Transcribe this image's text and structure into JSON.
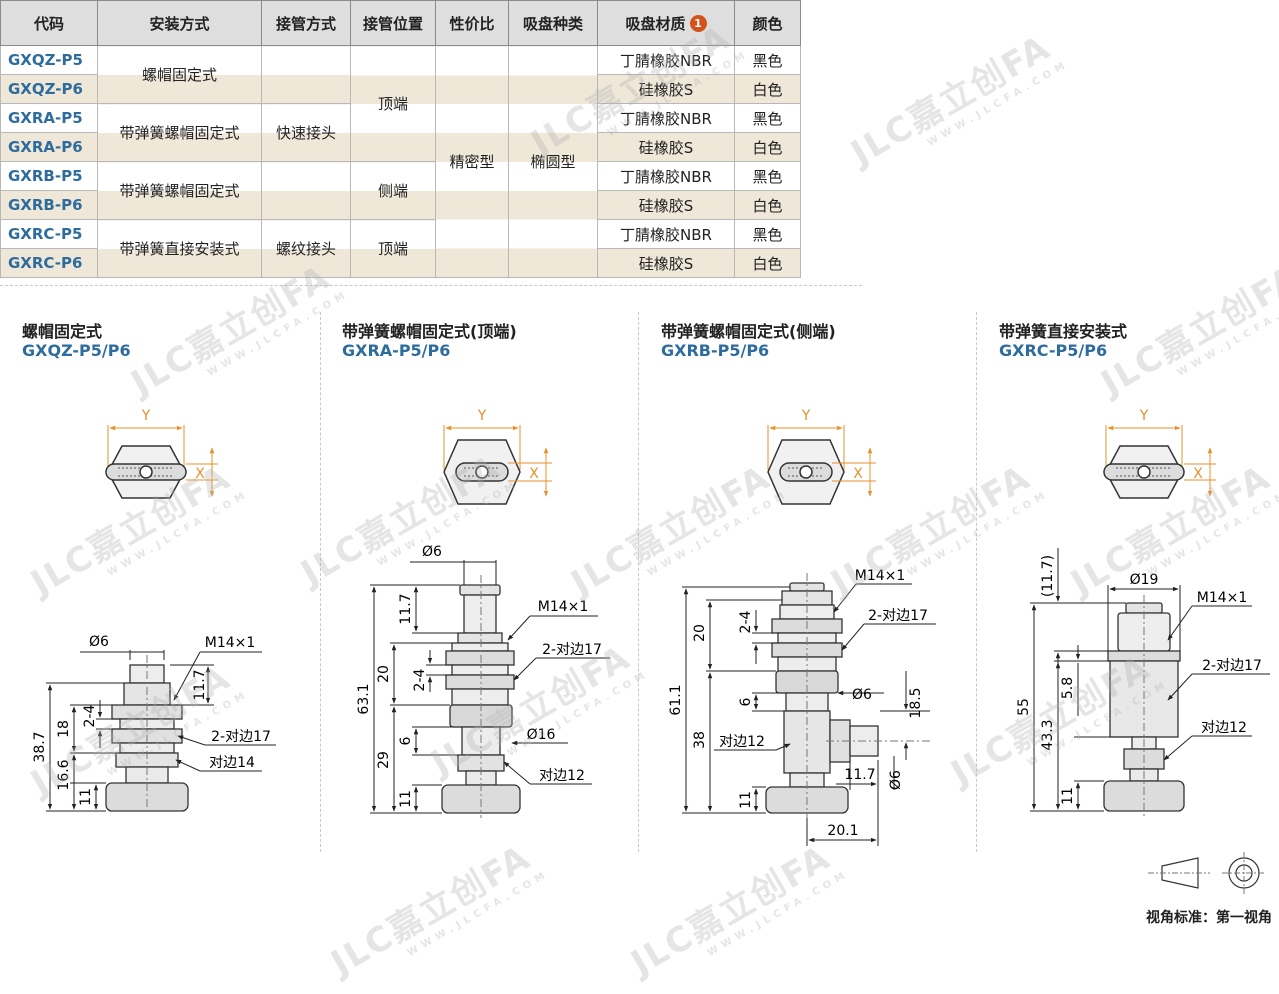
{
  "table": {
    "headers": {
      "code": "代码",
      "mount": "安装方式",
      "connection": "接管方式",
      "position": "接管位置",
      "performance": "性价比",
      "cup_type": "吸盘种类",
      "material": "吸盘材质",
      "material_note": "1",
      "color": "颜色"
    },
    "rows": [
      {
        "code": "GXQZ-P5",
        "material": "丁腈橡胶NBR",
        "color": "黑色"
      },
      {
        "code": "GXQZ-P6",
        "material": "硅橡胶S",
        "color": "白色"
      },
      {
        "code": "GXRA-P5",
        "material": "丁腈橡胶NBR",
        "color": "黑色"
      },
      {
        "code": "GXRA-P6",
        "material": "硅橡胶S",
        "color": "白色"
      },
      {
        "code": "GXRB-P5",
        "material": "丁腈橡胶NBR",
        "color": "黑色"
      },
      {
        "code": "GXRB-P6",
        "material": "硅橡胶S",
        "color": "白色"
      },
      {
        "code": "GXRC-P5",
        "material": "丁腈橡胶NBR",
        "color": "黑色"
      },
      {
        "code": "GXRC-P6",
        "material": "硅橡胶S",
        "color": "白色"
      }
    ],
    "merged": {
      "mount_1": "螺帽固定式",
      "mount_2": "带弹簧螺帽固定式",
      "mount_3": "带弹簧螺帽固定式",
      "mount_4": "带弹簧直接安装式",
      "conn_1": "快速接头",
      "conn_2": "螺纹接头",
      "pos_1": "顶端",
      "pos_2": "侧端",
      "pos_3": "顶端",
      "performance": "精密型",
      "cup_type": "椭圆型"
    }
  },
  "figures": [
    {
      "name": "螺帽固定式",
      "code": "GXQZ-P5/P6",
      "dims": {
        "y": "Y",
        "x": "X",
        "d": "Ø6",
        "thread": "M14×1",
        "flats": "2-对边17",
        "flats2": "对边14",
        "h_total": "38.7",
        "h_a": "18",
        "h_b": "2-4",
        "h_c": "11.7",
        "h_d": "16.6",
        "h_e": "11"
      }
    },
    {
      "name": "带弹簧螺帽固定式(顶端)",
      "code": "GXRA-P5/P6",
      "dims": {
        "y": "Y",
        "x": "X",
        "d": "Ø6",
        "thread": "M14×1",
        "flats": "2-对边17",
        "d2": "Ø16",
        "flats2": "对边12",
        "h_total": "63.1",
        "h_a": "11.7",
        "h_b": "20",
        "h_c": "2-4",
        "h_d": "6",
        "h_e": "29",
        "h_f": "11"
      }
    },
    {
      "name": "带弹簧螺帽固定式(侧端)",
      "code": "GXRB-P5/P6",
      "dims": {
        "y": "Y",
        "x": "X",
        "thread": "M14×1",
        "flats": "2-对边17",
        "d": "Ø6",
        "d2": "Ø6",
        "flats2": "对边12",
        "h_total": "61.1",
        "h_a": "20",
        "h_b": "2-4",
        "h_c": "6",
        "h_d": "38",
        "h_e": "11",
        "w_a": "18.5",
        "w_b": "11.7",
        "w_c": "20.1"
      }
    },
    {
      "name": "带弹簧直接安装式",
      "code": "GXRC-P5/P6",
      "dims": {
        "y": "Y",
        "x": "X",
        "d": "Ø19",
        "thread": "M14×1",
        "flats": "2-对边17",
        "flats2": "对边12",
        "h_total": "55",
        "h_a": "(11.7)",
        "h_b": "5.8",
        "h_c": "43.3",
        "h_d": "11"
      }
    }
  ],
  "view_standard": "视角标准：第一视角",
  "watermark": {
    "brand": "JLC嘉立创FA",
    "site": "WWW.JLCFA.COM"
  },
  "colors": {
    "code_blue": "#2e6c9e",
    "dim_orange": "#e8912b",
    "band_beige": "#efe7d8",
    "header_gray": "#dedede",
    "badge_orange": "#d4531b"
  }
}
